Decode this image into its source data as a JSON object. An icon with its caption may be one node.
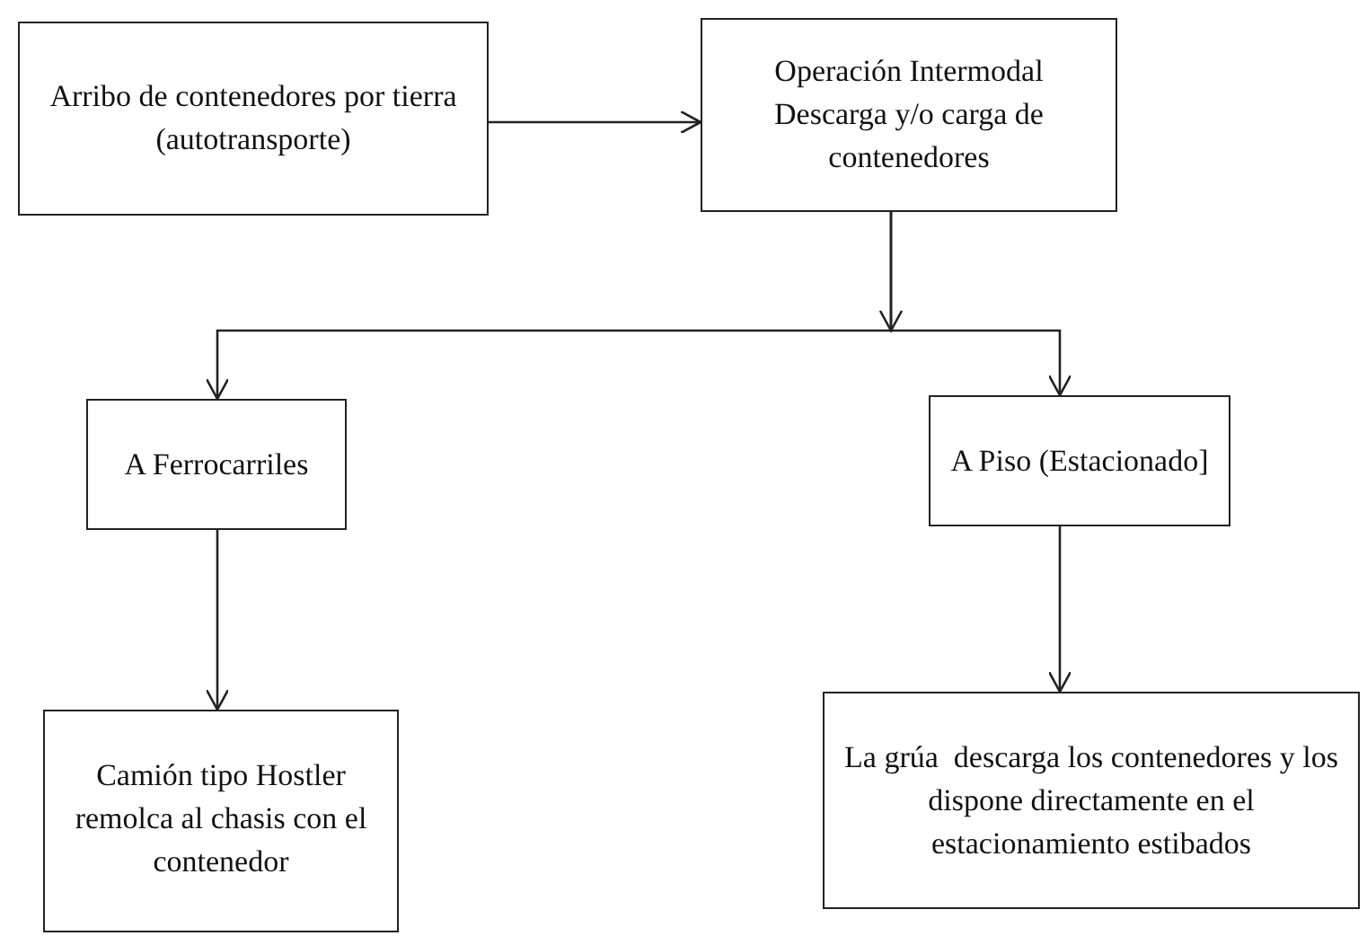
{
  "diagram": {
    "nodes": [
      {
        "text": [
          "Arribo de contenedores por tierra (autotransporte)"
        ]
      },
      {
        "text": [
          "Operación Intermodal Descarga y/o carga de contenedores"
        ]
      },
      {
        "text": [
          "A Ferrocarriles"
        ]
      },
      {
        "text": [
          "A Piso (Estacionado]"
        ]
      },
      {
        "text": [
          "Camión tipo Hostler remolca al chasis con el contenedor"
        ]
      },
      {
        "text": [
          "La grúa  descarga los contenedores y los dispone directamente en el estacionamiento estibados"
        ]
      }
    ],
    "edges": [
      {
        "from": 0,
        "to": 1,
        "arrow": "to"
      },
      {
        "from": 1,
        "to": 2,
        "arrow": "to"
      },
      {
        "from": 1,
        "to": 3,
        "arrow": "to"
      },
      {
        "from": 2,
        "to": 4,
        "arrow": "to"
      },
      {
        "from": 3,
        "to": 5,
        "arrow": "to"
      }
    ]
  }
}
